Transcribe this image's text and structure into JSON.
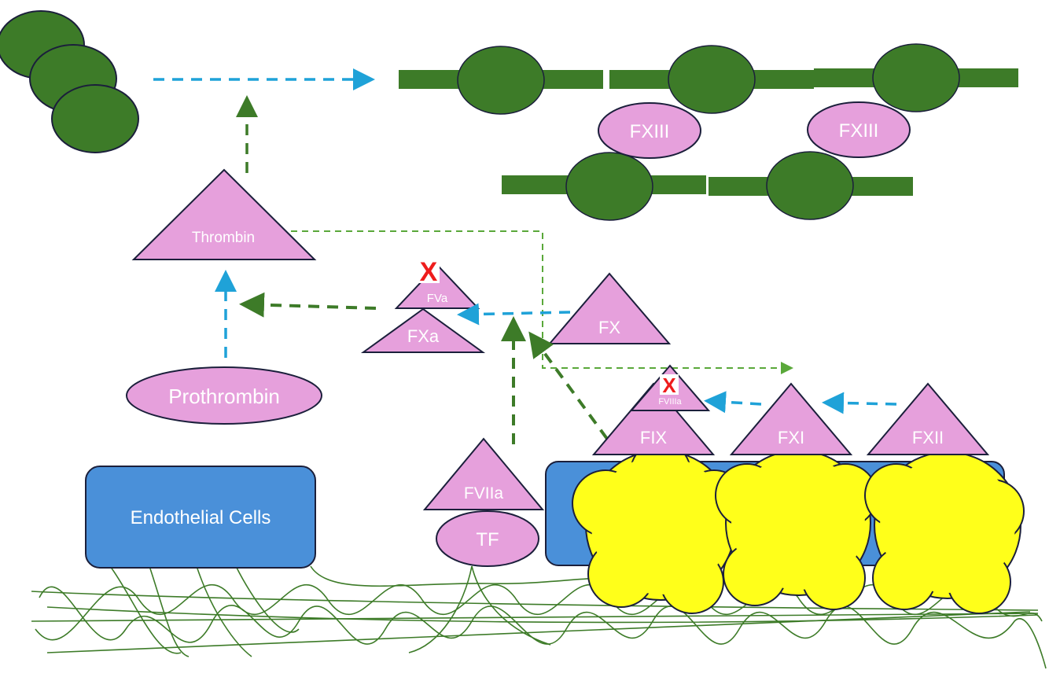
{
  "labels": {
    "thrombin": "Thrombin",
    "fva": "FVa",
    "fxa": "FXa",
    "fx": "FX",
    "prothrombin": "Prothrombin",
    "fxiii_1": "FXIII",
    "fxiii_2": "FXIII",
    "fviiia": "FVIIIa",
    "fix": "FIX",
    "fxi": "FXI",
    "fxii": "FXII",
    "fviia": "FVIIa",
    "tf": "TF",
    "endothelial": "Endothelial Cells",
    "inhibit_fva": "X",
    "inhibit_fviiia": "X"
  },
  "colors": {
    "factor_pink": "#e6a0dc",
    "outline": "#1b1f3b",
    "fibrin_green": "#3d7b28",
    "cell_blue": "#4a90d9",
    "platelet_yellow": "#ffff1a",
    "arrow_blue": "#1fa2d8",
    "arrow_green": "#3d7b28",
    "inhibit_red": "#ee1c1c"
  }
}
